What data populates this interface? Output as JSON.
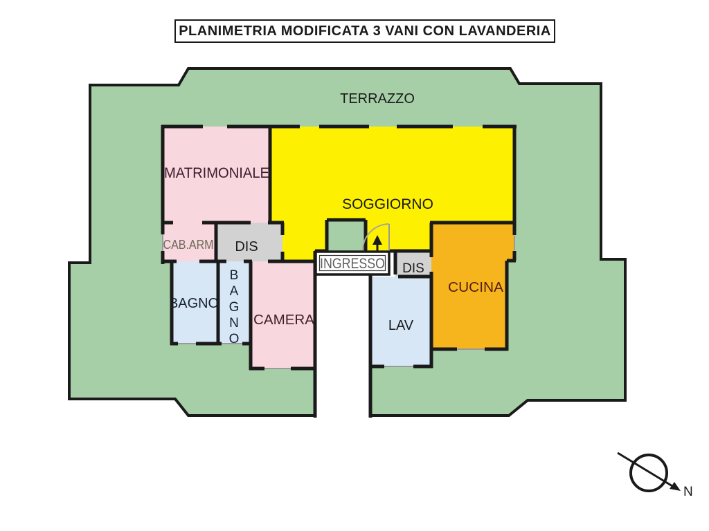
{
  "title": "PLANIMETRIA MODIFICATA 3 VANI CON LAVANDERIA",
  "colors": {
    "terrace": "#a7cfa7",
    "wall": "#1a1a1a",
    "pink": "#f8d7df",
    "yellow": "#fdf000",
    "gray": "#d2d2d2",
    "blue": "#d8e7f6",
    "orange": "#f6b41d",
    "white": "#ffffff"
  },
  "text_colors": {
    "default": "#1a1a1a",
    "matrimoniale": "#401a2c",
    "camera": "#401f28",
    "cucina": "#571f10",
    "cab_arm": "#6e6a58",
    "ingresso": "#5f5f5f",
    "bagno": "#16202e"
  },
  "rooms": {
    "terrazzo": {
      "label": "TERRAZZO"
    },
    "matrimoniale": {
      "label": "MATRIMONIALE"
    },
    "soggiorno": {
      "label": "SOGGIORNO"
    },
    "cab_arm": {
      "label": "CAB.ARM"
    },
    "dis1": {
      "label": "DIS"
    },
    "bagno1": {
      "label": "BAGNO"
    },
    "bagno2": {
      "label": "BAGNO"
    },
    "camera": {
      "label": "CAMERA"
    },
    "ingresso": {
      "label": "INGRESSO"
    },
    "dis2": {
      "label": "DIS"
    },
    "lav": {
      "label": "LAV"
    },
    "cucina": {
      "label": "CUCINA"
    }
  },
  "compass": {
    "north_label": "N"
  }
}
